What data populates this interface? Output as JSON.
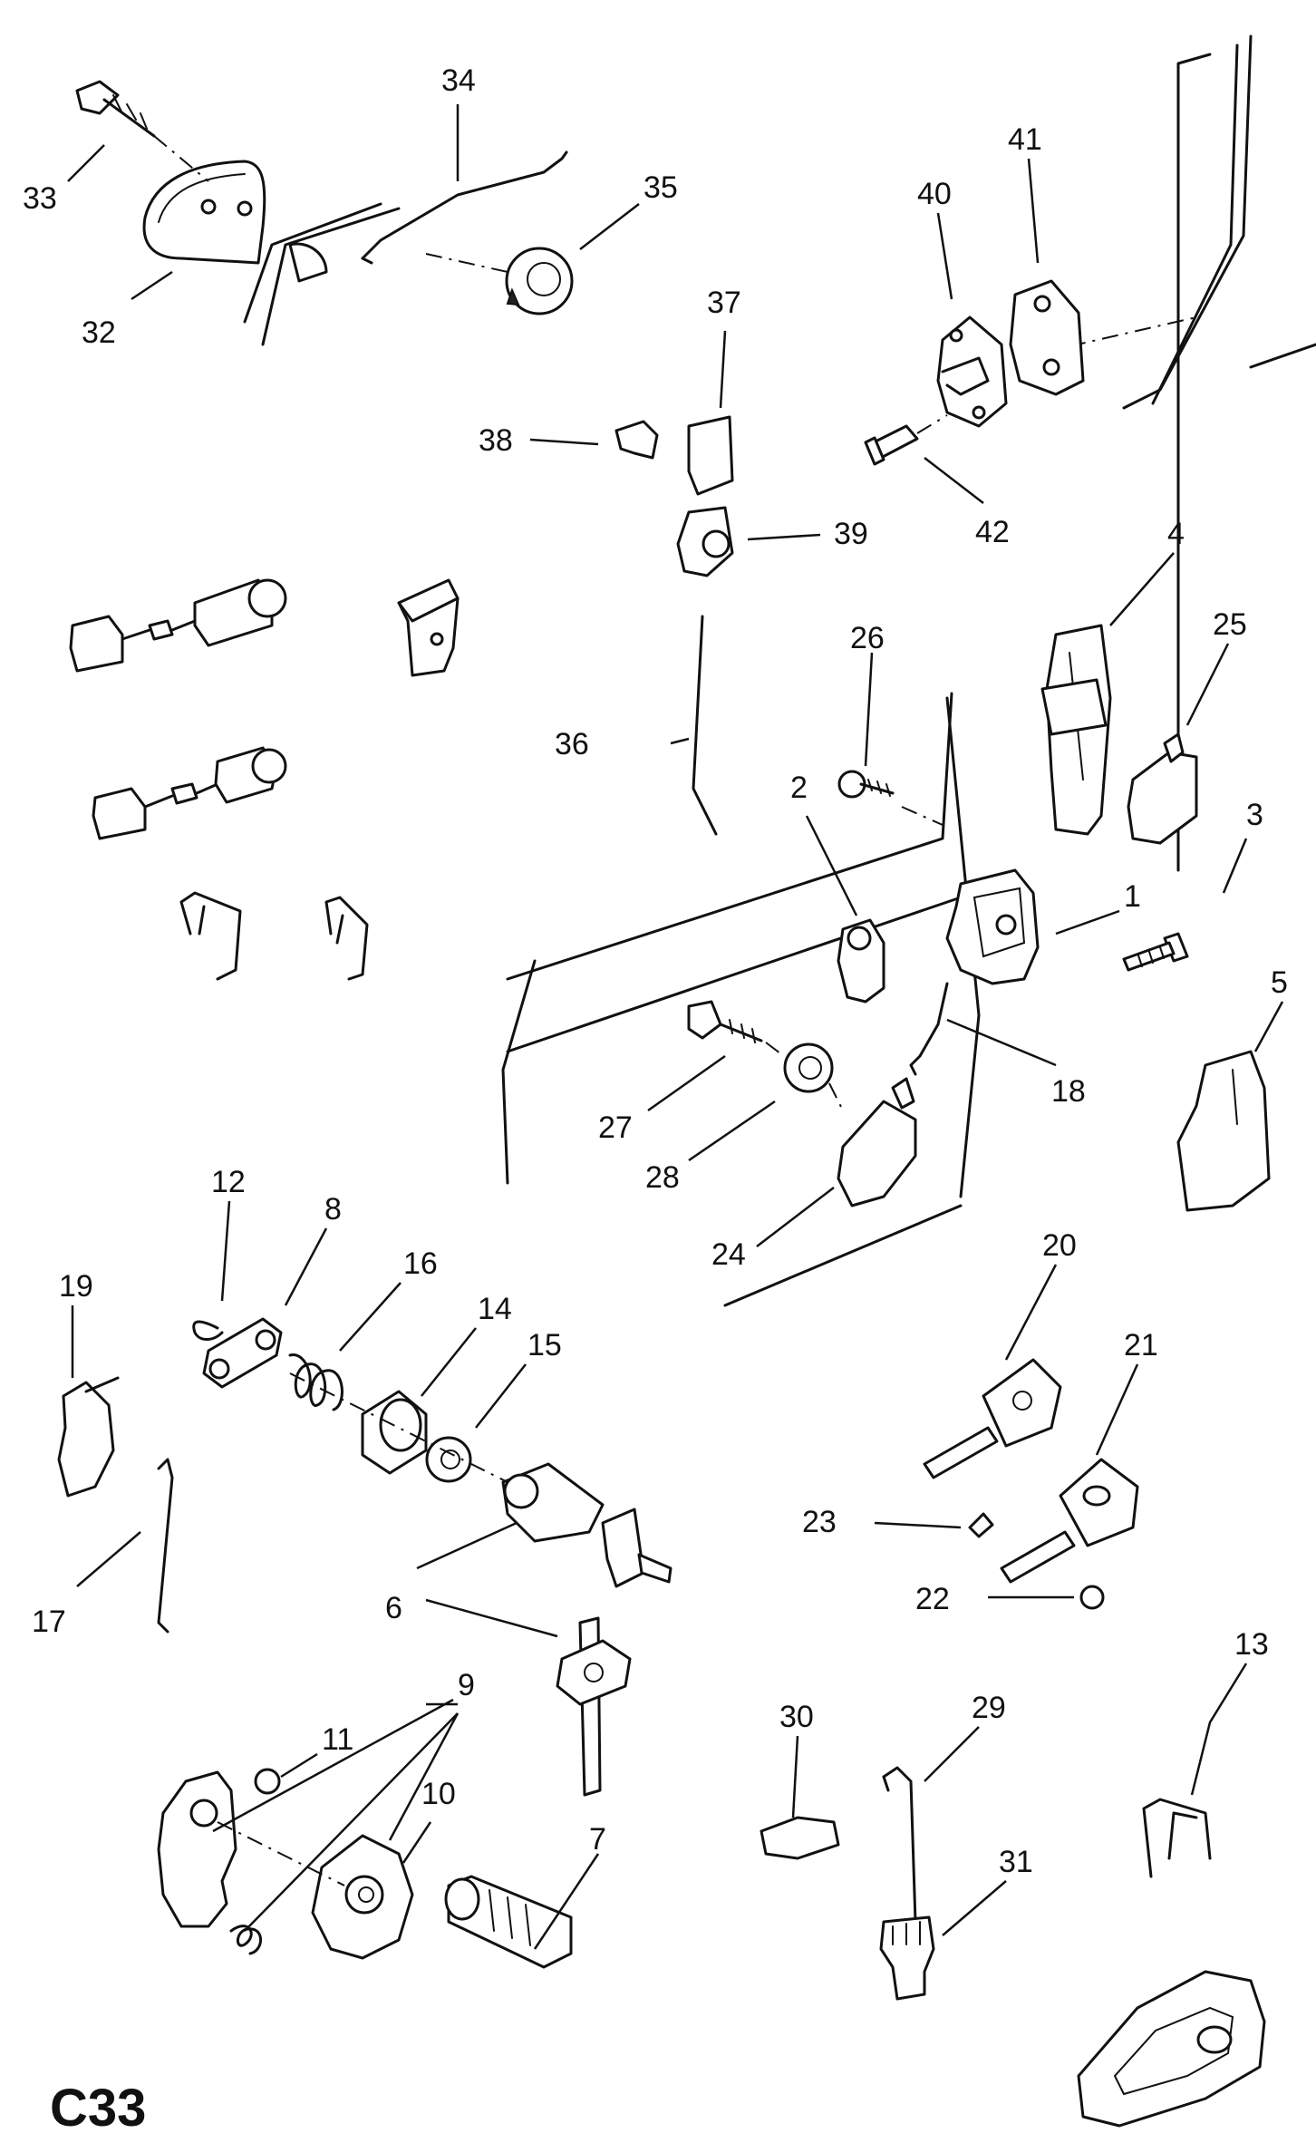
{
  "sheet_code": "C33",
  "callouts": [
    "1",
    "2",
    "3",
    "4",
    "5",
    "6",
    "7",
    "8",
    "9",
    "10",
    "11",
    "12",
    "13",
    "14",
    "15",
    "16",
    "17",
    "18",
    "19",
    "20",
    "21",
    "22",
    "23",
    "24",
    "25",
    "26",
    "27",
    "28",
    "29",
    "30",
    "31",
    "32",
    "33",
    "34",
    "35",
    "36",
    "37",
    "38",
    "39",
    "40",
    "41",
    "42"
  ]
}
